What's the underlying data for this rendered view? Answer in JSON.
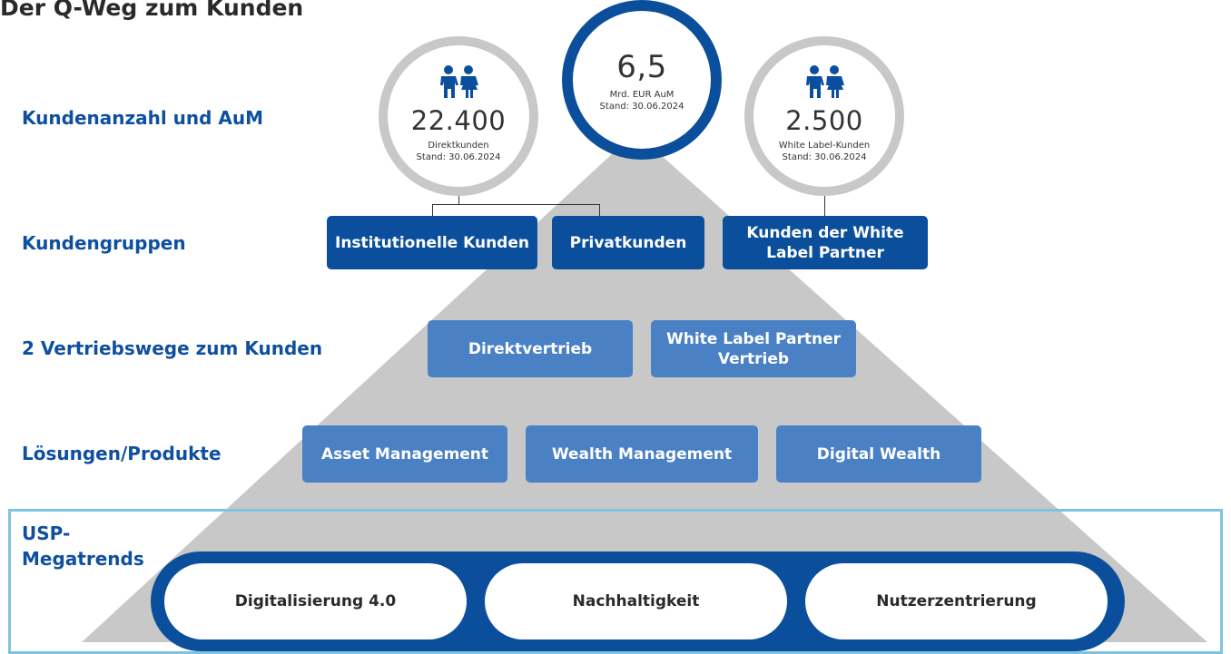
{
  "title": "Der Q-Weg zum Kunden",
  "row_labels": {
    "kundenanzahl": "Kundenanzahl und AuM",
    "kundengruppen": "Kundengruppen",
    "vertriebswege": "2 Vertriebswege zum Kunden",
    "loesungen": "Lösungen/Produkte",
    "usp_line1": "USP-",
    "usp_line2": "Megatrends"
  },
  "circles": {
    "direkt": {
      "value": "22.400",
      "label": "Direktkunden",
      "date": "Stand: 30.06.2024"
    },
    "aum": {
      "value": "6,5",
      "label": "Mrd. EUR AuM",
      "date": "Stand: 30.06.2024"
    },
    "whitelabel": {
      "value": "2.500",
      "label": "White Label-Kunden",
      "date": "Stand: 30.06.2024"
    }
  },
  "kundengruppen": {
    "institutionell": "Institutionelle Kunden",
    "privat": "Privatkunden",
    "wl_line1": "Kunden der White",
    "wl_line2": "Label Partner"
  },
  "vertriebswege": {
    "direkt": "Direktvertrieb",
    "wl_line1": "White Label Partner",
    "wl_line2": "Vertrieb"
  },
  "loesungen": {
    "asset": "Asset Management",
    "wealth": "Wealth Management",
    "digital": "Digital Wealth"
  },
  "megatrends": {
    "digital": "Digitalisierung 4.0",
    "nachhaltig": "Nachhaltigkeit",
    "nutzer": "Nutzerzentrierung"
  },
  "colors": {
    "dark_blue": "#0b4f9c",
    "mid_blue": "#4a80c4",
    "light_blue_frame": "#7fc3df",
    "pyramid_grey": "#c8c8c8"
  }
}
